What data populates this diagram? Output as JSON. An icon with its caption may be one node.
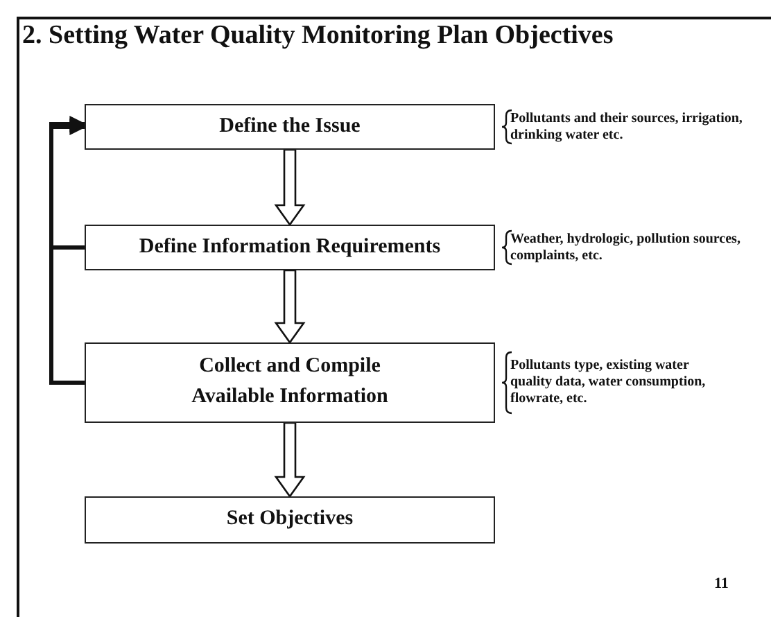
{
  "diagram": {
    "title": "2. Setting Water Quality Monitoring Plan Objectives",
    "nodes": [
      {
        "text": [
          "Define the Issue"
        ],
        "beside": [
          "Pollutants and their sources, irrigation, drinking water etc."
        ]
      },
      {
        "text": [
          "Define Information Requirements"
        ],
        "beside": [
          "Weather, hydrologic, pollution sources, complaints, etc."
        ]
      },
      {
        "text": [
          "Collect and Compile Available Information"
        ],
        "beside": [
          "Pollutants type, existing water quality data, water consumption, flowrate, etc."
        ]
      },
      {
        "text": [
          "Set Objectives"
        ]
      }
    ],
    "edges": [
      {
        "from": 0,
        "to": 1,
        "arrow": "to"
      },
      {
        "from": 1,
        "to": 2,
        "arrow": "to"
      },
      {
        "from": 2,
        "to": 3,
        "arrow": "to"
      },
      {
        "from": 2,
        "to": 0,
        "arrow": "to"
      },
      {
        "from": 1,
        "to": 0,
        "arrow": "to"
      }
    ],
    "labels": [
      "11"
    ]
  }
}
